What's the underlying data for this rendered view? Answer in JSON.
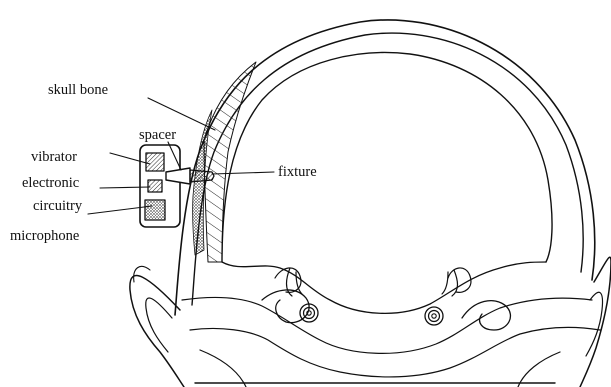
{
  "labels": {
    "skull_bone": "skull bone",
    "spacer": "spacer",
    "vibrator": "vibrator",
    "fixture": "fixture",
    "electronic": "electronic",
    "circuitry": "circuitry",
    "microphone": "microphone"
  },
  "colors": {
    "ink": "#111111",
    "background": "#ffffff"
  }
}
